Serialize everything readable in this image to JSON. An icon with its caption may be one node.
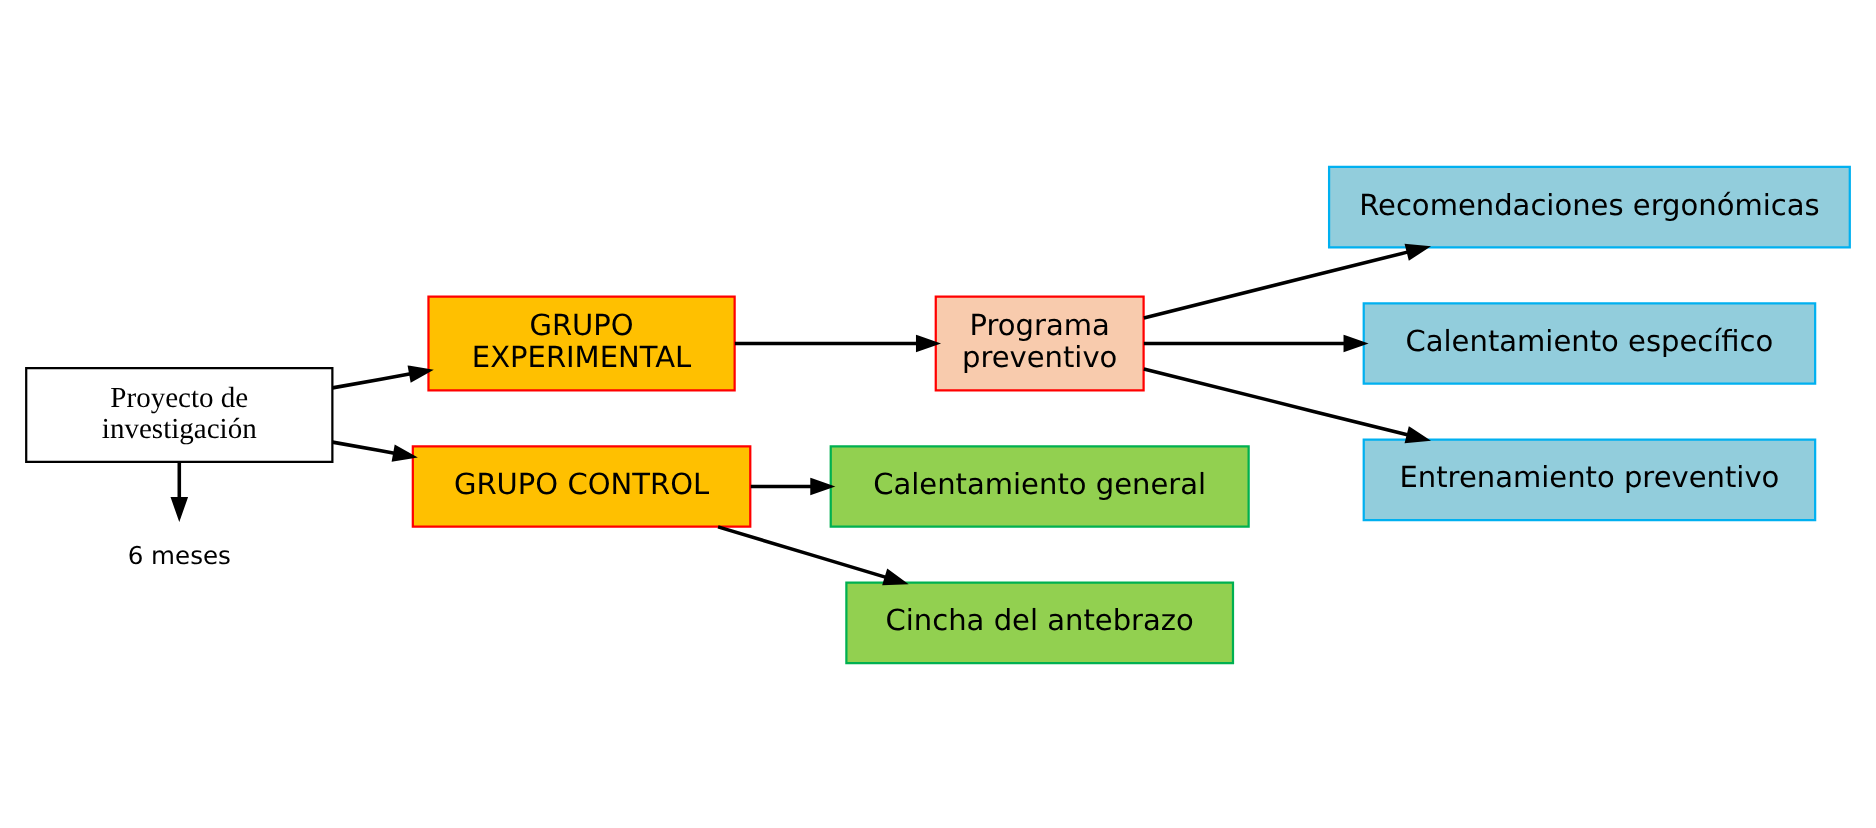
{
  "diagram": {
    "nodes": [
      {
        "text": [
          "Proyecto de investigación"
        ]
      },
      {
        "text": [
          "6 meses"
        ]
      },
      {
        "text": [
          "GRUPO EXPERIMENTAL"
        ]
      },
      {
        "text": [
          "Programa preventivo"
        ]
      },
      {
        "text": [
          "Recomendaciones ergonómicas"
        ]
      },
      {
        "text": [
          "Calentamiento específico"
        ]
      },
      {
        "text": [
          "Entrenamiento preventivo"
        ]
      },
      {
        "text": [
          "GRUPO CONTROL"
        ]
      },
      {
        "text": [
          "Calentamiento general"
        ]
      },
      {
        "text": [
          "Cincha del antebrazo"
        ]
      }
    ],
    "edges": [
      {
        "from": 0,
        "to": 1,
        "arrow": "to"
      },
      {
        "from": 0,
        "to": 2,
        "arrow": "to"
      },
      {
        "from": 0,
        "to": 7,
        "arrow": "to"
      },
      {
        "from": 2,
        "to": 3,
        "arrow": "to"
      },
      {
        "from": 3,
        "to": 4,
        "arrow": "to"
      },
      {
        "from": 3,
        "to": 5,
        "arrow": "to"
      },
      {
        "from": 3,
        "to": 6,
        "arrow": "to"
      },
      {
        "from": 7,
        "to": 8,
        "arrow": "to"
      },
      {
        "from": 7,
        "to": 9,
        "arrow": "to"
      }
    ]
  }
}
